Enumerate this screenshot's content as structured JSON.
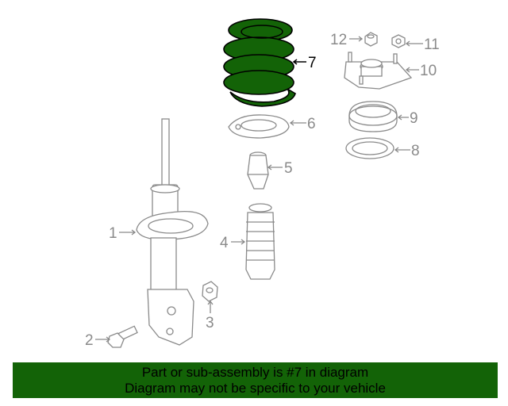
{
  "diagram": {
    "highlighted_part": "7",
    "highlight_color": "#136307",
    "callouts": {
      "p1": "1",
      "p2": "2",
      "p3": "3",
      "p4": "4",
      "p5": "5",
      "p6": "6",
      "p7": "7",
      "p8": "8",
      "p9": "9",
      "p10": "10",
      "p11": "11",
      "p12": "12"
    }
  },
  "banner": {
    "line1": "Part or sub-assembly is #7 in diagram",
    "line2": "Diagram may not be specific to your vehicle",
    "background": "#136307"
  }
}
